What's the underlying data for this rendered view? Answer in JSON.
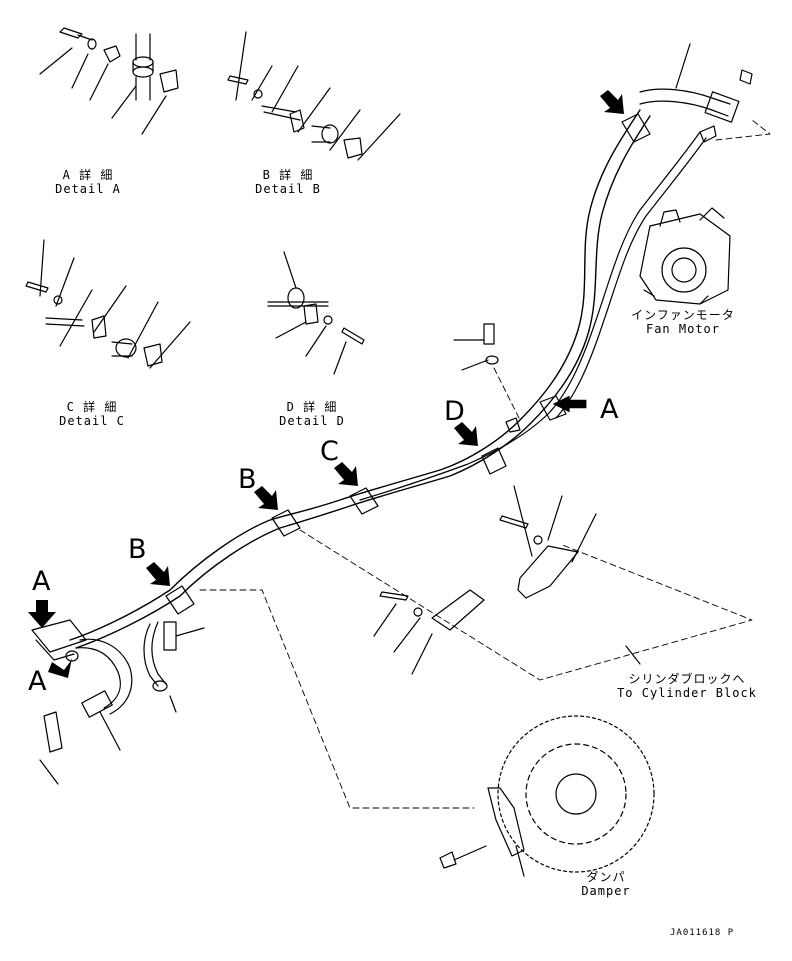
{
  "details": {
    "a": {
      "jp": "A 詳 細",
      "en": "Detail A"
    },
    "b": {
      "jp": "B 詳 細",
      "en": "Detail B"
    },
    "c": {
      "jp": "C 詳 細",
      "en": "Detail C"
    },
    "d": {
      "jp": "D 詳 細",
      "en": "Detail D"
    }
  },
  "components": {
    "fan_motor": {
      "jp": "インファンモータ",
      "en": "Fan Motor"
    },
    "cylinder_block": {
      "jp": "シリンダブロックへ",
      "en": "To Cylinder Block"
    },
    "damper": {
      "jp": "ダンパ",
      "en": "Damper"
    }
  },
  "callouts": {
    "a_right": "A",
    "d": "D",
    "c": "C",
    "b_upper": "B",
    "b_lower": "B",
    "a_top": "A",
    "a_bottom": "A"
  },
  "drawing_code": "JA011618 P"
}
